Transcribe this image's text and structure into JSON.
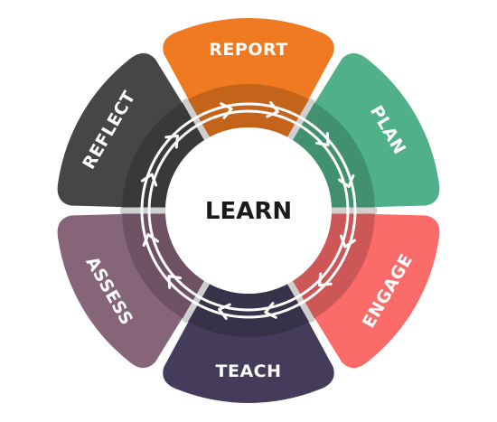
{
  "center": {
    "label": "LEARN"
  },
  "stages": [
    {
      "label": "REPORT",
      "color": "#f07a22"
    },
    {
      "label": "PLAN",
      "color": "#4fb08a"
    },
    {
      "label": "ENGAGE",
      "color": "#fb6b6a"
    },
    {
      "label": "TEACH",
      "color": "#443c5a"
    },
    {
      "label": "ASSESS",
      "color": "#876579"
    },
    {
      "label": "REFLECT",
      "color": "#464646"
    }
  ],
  "cycle": {
    "direction": "clockwise",
    "ring_color": "#ffffff",
    "separator_color": "#cfcfcf"
  }
}
